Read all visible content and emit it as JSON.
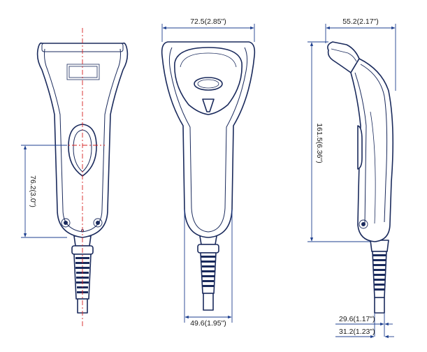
{
  "dimensions": {
    "width_front": "72.5(2.85\")",
    "depth_side": "55.2(2.17\")",
    "height_total": "161.5(6.36\")",
    "height_lower": "76.2(3.0\")",
    "neck_width": "49.6(1.95\")",
    "cable_1": "29.6(1.17\")",
    "cable_2": "31.2(1.23\")"
  },
  "colors": {
    "outline": "#1a2a5c",
    "dimension": "#1d3f8f",
    "centerline": "#d42020"
  }
}
